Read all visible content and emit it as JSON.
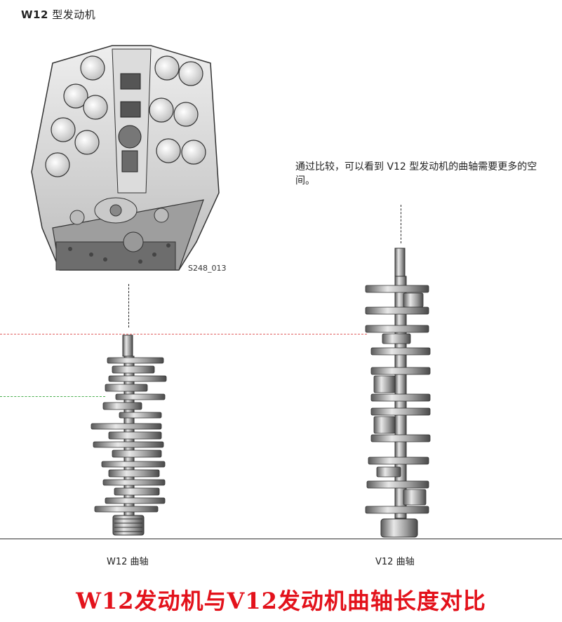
{
  "heading": {
    "model": "W12",
    "text": "型发动机"
  },
  "engine_figure": {
    "code": "S248_013"
  },
  "note": {
    "text": "通过比较，可以看到 V12 型发动机的曲轴需要更多的空间。"
  },
  "labels": {
    "w12": "W12 曲轴",
    "v12": "V12 曲轴"
  },
  "bottom_title": "W12发动机与V12发动机曲轴长度对比",
  "colors": {
    "title_red": "#e3121b",
    "ref_red": "#e06060",
    "ref_green": "#4caf50"
  }
}
